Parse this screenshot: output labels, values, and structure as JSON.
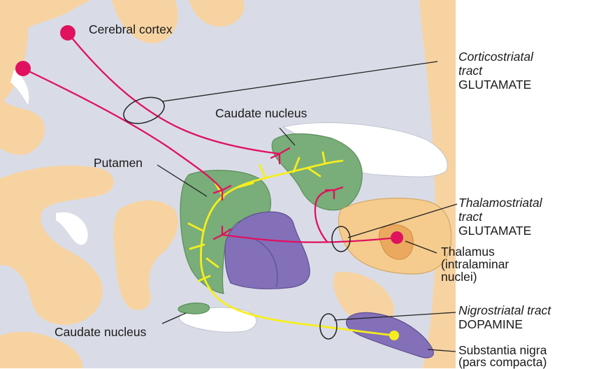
{
  "labels": {
    "cerebral_cortex": "Cerebral cortex",
    "corticostriatal_tract": [
      "Corticostriatal",
      "tract",
      "GLUTAMATE"
    ],
    "caudate_nucleus_upper": "Caudate nucleus",
    "putamen": "Putamen",
    "thalamostriatal_tract": [
      "Thalamostriatal",
      "tract",
      "GLUTAMATE"
    ],
    "thalamus": [
      "Thalamus",
      "(intralaminar",
      "nuclei)"
    ],
    "nigrostriatal_tract": [
      "Nigrostriatal tract",
      "DOPAMINE"
    ],
    "caudate_nucleus_lower": "Caudate nucleus",
    "substantia_nigra": [
      "Substantia nigra",
      "(pars compacta)"
    ]
  },
  "colors": {
    "cortex_tan": "#f7d3a2",
    "white_matter_gray": "#d9dce6",
    "striatum_green": "#79ad79",
    "globus_purple": "#8370b8",
    "thalamus_tan": "#f5cc8e",
    "thalamus_nucleus": "#eaa95f",
    "glutamate_pink": "#e0115f",
    "dopamine_yellow": "#f6ee1c",
    "ventricle_white": "#ffffff"
  }
}
